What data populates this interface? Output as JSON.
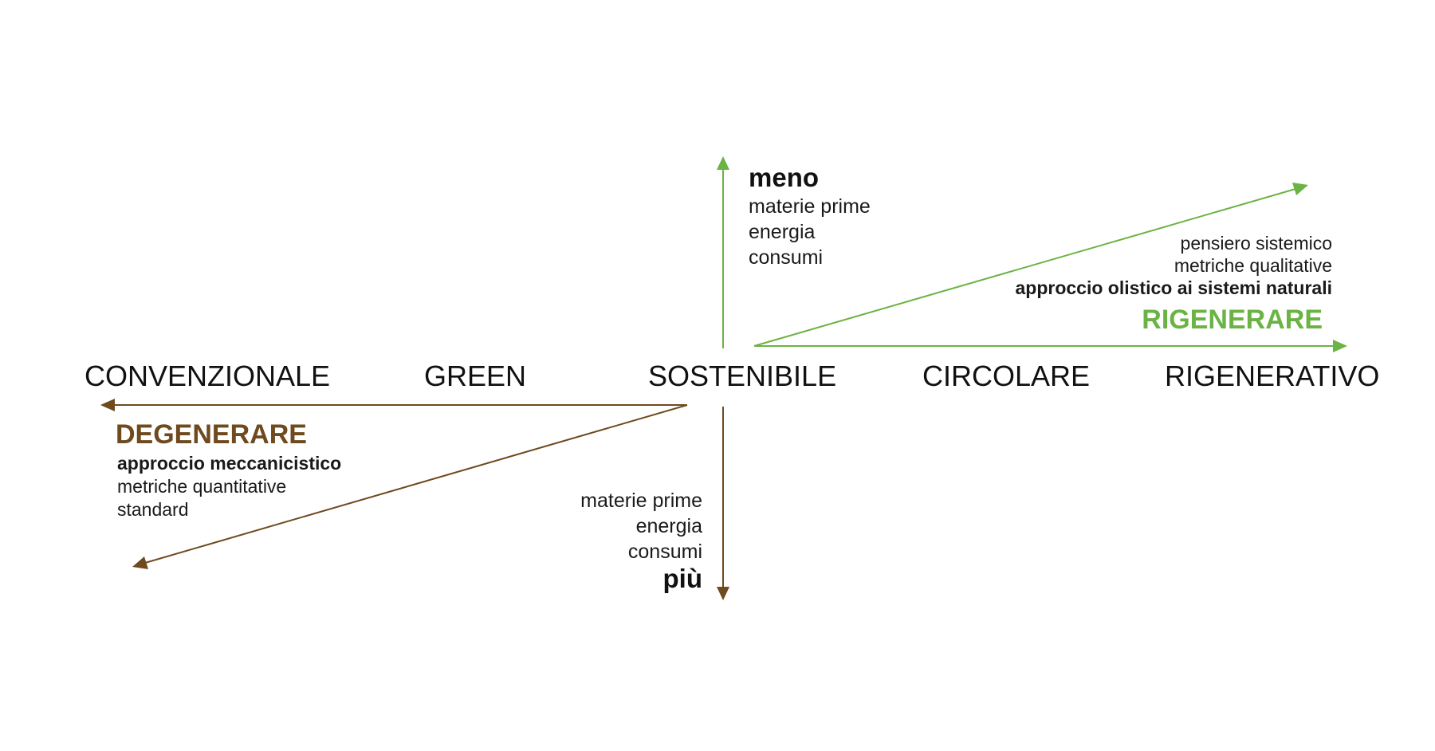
{
  "colors": {
    "green": "#6bb344",
    "brown": "#6e4a1e",
    "text": "#111111"
  },
  "stages": {
    "convenzionale": "CONVENZIONALE",
    "green": "GREEN",
    "sostenibile": "SOSTENIBILE",
    "circolare": "CIRCOLARE",
    "rigenerativo": "RIGENERATIVO"
  },
  "up_block": {
    "title": "meno",
    "lines": [
      "materie prime",
      "energia",
      "consumi"
    ]
  },
  "down_block": {
    "lines": [
      "materie prime",
      "energia",
      "consumi"
    ],
    "title": "più"
  },
  "rigenerare": {
    "title": "RIGENERARE",
    "lines": [
      "pensiero sistemico",
      "metriche qualitative",
      "approccio olistico ai sistemi naturali"
    ]
  },
  "degenerare": {
    "title": "DEGENERARE",
    "lines": [
      "approccio meccanicistico",
      "metriche quantitative",
      "standard"
    ]
  }
}
